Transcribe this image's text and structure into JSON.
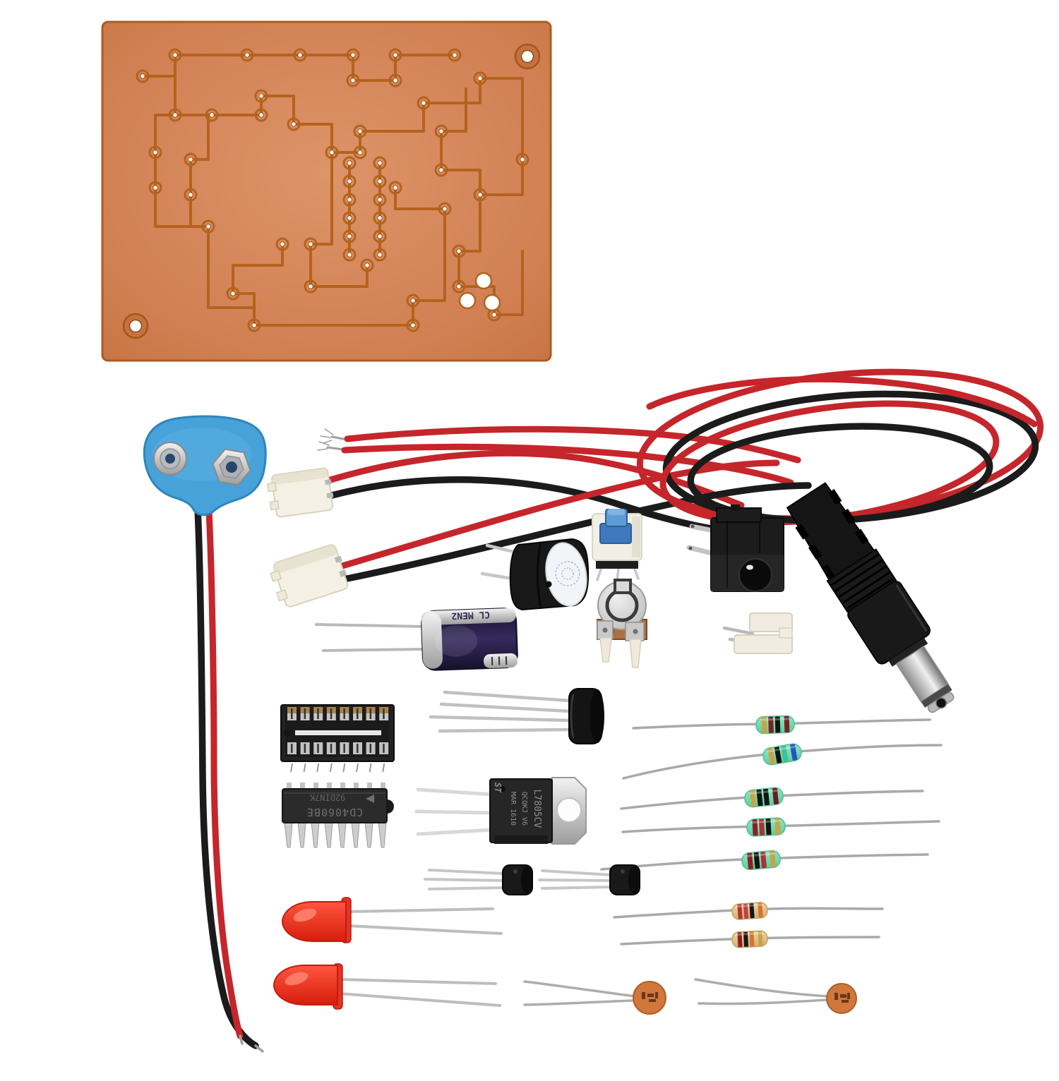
{
  "scene": {
    "type": "product-photo",
    "subject": "DIY electronics soldering kit with etched copper PCB and through-hole components on a white background"
  },
  "components": {
    "pcb": {
      "description": "single-sided etched copper PCB with traces, pads, 2 mounting holes and 3 drilled holes"
    },
    "battery_clip": {
      "description": "9V battery snap connector, blue shell, red and black leads"
    },
    "wire_harness": {
      "description": "two white JST-style connectors with red/black wires coiled at top right"
    },
    "buzzer": {
      "description": "black electromagnetic buzzer with white side label"
    },
    "tactile_switch": {
      "description": "push button switch, white base with blue plunger"
    },
    "trimmer_potentiometer": {
      "description": "open-frame trimmer potentiometer with metal rotor"
    },
    "dc_jack": {
      "description": "black DC barrel power jack"
    },
    "pin_header": {
      "description": "small white 2-pin connector header"
    },
    "dc_plug": {
      "description": "black DC barrel plug with metal tip"
    },
    "electrolytic_capacitor": {
      "marking": "CL MEN2",
      "description": "radial electrolytic capacitor, navy sleeve"
    },
    "ic_socket": {
      "description": "16-pin DIP IC socket"
    },
    "bridge_rectifier": {
      "description": "round 4-lead bridge rectifier"
    },
    "logic_ic": {
      "marking_line1": "CD4060BE",
      "marking_line2": "92DIN7K",
      "description": "16-pin DIP IC, printed upside down"
    },
    "voltage_regulator": {
      "brand": "ST",
      "marking_line1": "L7805CV",
      "marking_line2": "QCQKJ V6",
      "marking_line3": "MAR 1610",
      "description": "TO-220 5V regulator with metal tab"
    },
    "metal_film_resistors": {
      "count": 5,
      "body_color": "#74dcae",
      "band_colors": [
        [
          "#c9a24a",
          "#7a1f24",
          "#141414",
          "#7a1f24"
        ],
        [
          "#c9a24a",
          "#141414",
          "#3fbf9d",
          "#2b50c8"
        ],
        [
          "#c9a24a",
          "#141414",
          "#141414",
          "#6b1a1f"
        ],
        [
          "#8a2027",
          "#a83238",
          "#141414",
          "#c9a24a"
        ],
        [
          "#8a2027",
          "#141414",
          "#a83238",
          "#c9a24a"
        ]
      ]
    },
    "carbon_film_resistors": {
      "count": 2,
      "body_color": "#e5c48f",
      "band_colors": [
        [
          "#b03434",
          "#c24040",
          "#161616",
          "#d1762e"
        ],
        [
          "#8a2027",
          "#161616",
          "#d1762e",
          "#c9a24a"
        ]
      ]
    },
    "transistors": {
      "count": 2,
      "description": "TO-92 transistors lying on side, leads left"
    },
    "leds": {
      "count": 2,
      "color": "#e42a1a",
      "description": "5mm red LEDs, leads right"
    },
    "ceramic_capacitors": {
      "count": 2,
      "color": "#d0763b",
      "description": "orange ceramic disc capacitors, leads left"
    }
  },
  "palette": {
    "background": "#ffffff",
    "pcb_copper": "#d5865e",
    "pcb_trace": "#b5621c",
    "wire_red": "#c5262b",
    "wire_black": "#1b1b1b",
    "clip_blue": "#46a2d9",
    "button_blue": "#4a86c8",
    "connector_cream": "#f1ecdf",
    "capacitor_navy": "#2a2244",
    "metal_silver": "#c9c9c9"
  },
  "inventory": [
    {
      "item": "copper PCB",
      "qty": 1
    },
    {
      "item": "9V battery clip",
      "qty": 1
    },
    {
      "item": "JST cable connectors",
      "qty": 2
    },
    {
      "item": "buzzer",
      "qty": 1
    },
    {
      "item": "push button",
      "qty": 1
    },
    {
      "item": "trimmer potentiometer",
      "qty": 1
    },
    {
      "item": "DC jack",
      "qty": 1
    },
    {
      "item": "2-pin header",
      "qty": 1
    },
    {
      "item": "DC plug",
      "qty": 1
    },
    {
      "item": "electrolytic capacitor",
      "qty": 1
    },
    {
      "item": "16-pin IC socket",
      "qty": 1
    },
    {
      "item": "bridge rectifier",
      "qty": 1
    },
    {
      "item": "CD4060BE IC",
      "qty": 1
    },
    {
      "item": "L7805CV regulator",
      "qty": 1
    },
    {
      "item": "metal film resistors",
      "qty": 5
    },
    {
      "item": "carbon film resistors",
      "qty": 2
    },
    {
      "item": "TO-92 transistors",
      "qty": 2
    },
    {
      "item": "red LEDs",
      "qty": 2
    },
    {
      "item": "ceramic disc capacitors",
      "qty": 2
    }
  ]
}
